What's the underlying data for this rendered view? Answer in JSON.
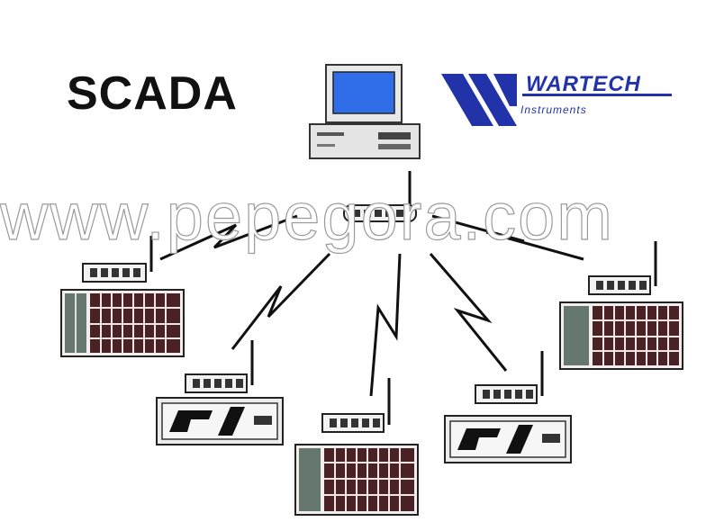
{
  "title": "SCADA",
  "watermark": "www.pepegora.com",
  "logo": {
    "name": "WARTECH",
    "subtitle": "Instruments"
  },
  "colors": {
    "monitor_screen": "#2f6ee8",
    "logo_blue": "#2233aa",
    "radio_link": "#111111"
  },
  "icons": [
    "computer-icon",
    "radio-modem-icon",
    "plc-rack-icon",
    "rtu-unit-icon",
    "radio-link-icon",
    "brand-logo-icon"
  ]
}
